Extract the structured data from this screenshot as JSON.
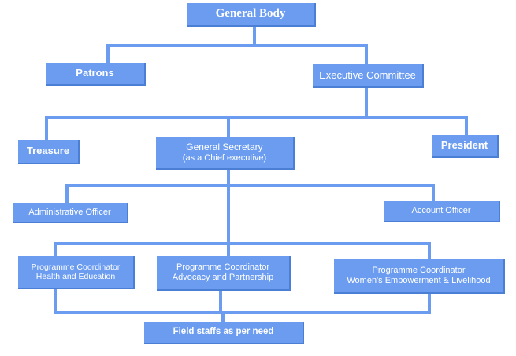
{
  "colors": {
    "box": "#6b9cf0",
    "line": "#6b9cf0",
    "text": "#ffffff"
  },
  "org": {
    "general_body": "General Body",
    "patrons": "Patrons",
    "executive_committee": "Executive Committee",
    "treasure": "Treasure",
    "general_secretary": "General Secretary",
    "general_secretary_sub": "(as a Chief executive)",
    "president": "President",
    "administrative_officer": "Administrative Officer",
    "account_officer": "Account Officer",
    "pc1_title": "Programme Coordinator",
    "pc1_sub": "Health and Education",
    "pc2_title": "Programme Coordinator",
    "pc2_sub": "Advocacy and Partnership",
    "pc3_title": "Programme Coordinator",
    "pc3_sub": "Women's Empowerment & Livelihood",
    "field_staffs": "Field staffs as per need"
  }
}
